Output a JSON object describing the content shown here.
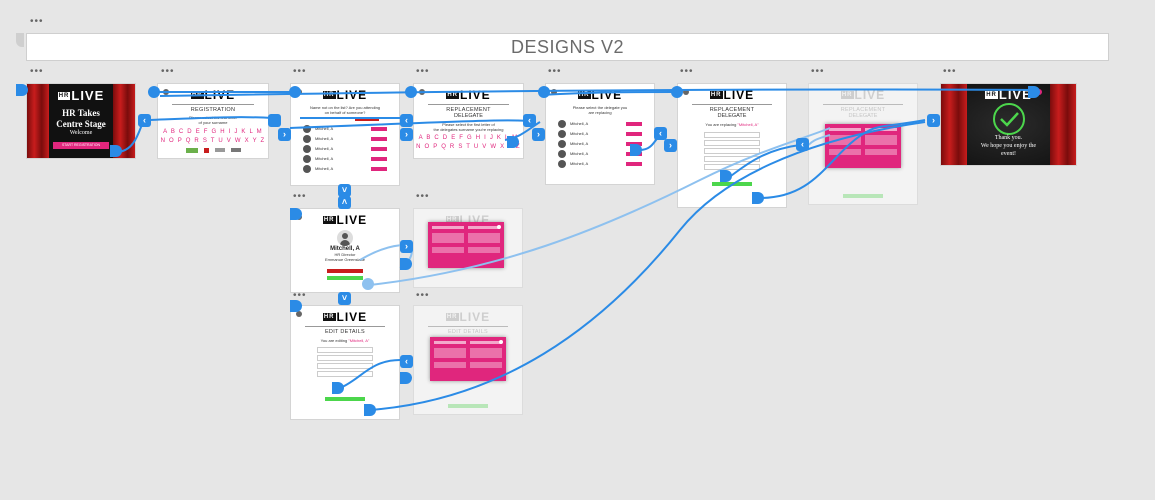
{
  "canvas": {
    "title": "DESIGNS V2",
    "menu_glyph": "•••"
  },
  "boards": {
    "welcome": {
      "logo": "LIVE",
      "logo_hr": "HR",
      "headline1": "HR Takes",
      "headline2": "Centre Stage",
      "subtitle": "Welcome",
      "button": "START REGISTRATION"
    },
    "registration": {
      "logo": "LIVE",
      "logo_hr": "HR",
      "section": "REGISTRATION",
      "prompt1": "Please select the first letter",
      "prompt2": "of your surname",
      "alpha1": "A B C D E F G H I J K L M",
      "alpha2": "N O P Q R S T U V W X Y Z"
    },
    "name_list": {
      "logo": "LIVE",
      "logo_hr": "HR",
      "prompt1": "Name not on the list? Are you attending",
      "prompt2": "on behalf of someone?",
      "people": [
        "Mitchell, A",
        "Mitchell, A",
        "Mitchell, A",
        "Mitchell, A",
        "Mitchell, A"
      ]
    },
    "replacement": {
      "logo": "LIVE",
      "logo_hr": "HR",
      "section1": "REPLACEMENT",
      "section2": "DELEGATE",
      "prompt1": "Please select the first letter of",
      "prompt2": "the delegates surname you're replacing",
      "alpha1": "A B C D E F G H I J K L M",
      "alpha2": "N O P Q R S T U V W X Y Z"
    },
    "replace_list": {
      "logo": "LIVE",
      "logo_hr": "HR",
      "prompt1": "Please select the delegate you",
      "prompt2": "are replacing",
      "people": [
        "Mitchell, A",
        "Mitchell, A",
        "Mitchell, A",
        "Mitchell, A",
        "Mitchell, A"
      ]
    },
    "replacement_form": {
      "logo": "LIVE",
      "logo_hr": "HR",
      "section1": "REPLACEMENT",
      "section2": "DELEGATE",
      "replacing_prefix": "You are replacing ",
      "replacing_name": "\"Mitchell, A\""
    },
    "replacement_faded": {
      "logo": "LIVE",
      "logo_hr": "HR",
      "section1": "REPLACEMENT",
      "section2": "DELEGATE"
    },
    "thankyou": {
      "logo": "LIVE",
      "logo_hr": "HR",
      "line1": "Thank you.",
      "line2": "We hope you enjoy the",
      "line3": "event!"
    },
    "profile": {
      "logo": "LIVE",
      "logo_hr": "HR",
      "name": "Mitchell, A",
      "role": "HR Director",
      "company": "Emmanue Greenslade"
    },
    "profile_faded": {
      "logo": "LIVE",
      "logo_hr": "HR"
    },
    "edit_details": {
      "logo": "LIVE",
      "logo_hr": "HR",
      "section": "EDIT DETAILS",
      "editing_prefix": "You are editing ",
      "editing_name": "\"Mitchell, A\""
    },
    "edit_faded": {
      "logo": "LIVE",
      "logo_hr": "HR",
      "section": "EDIT DETAILS"
    }
  },
  "colors": {
    "accent": "#2b8be6",
    "accent_light": "#8ec1ef",
    "brand_pink": "#e0267d",
    "curtain_red": "#c81d1d",
    "success_green": "#4cd64c"
  }
}
